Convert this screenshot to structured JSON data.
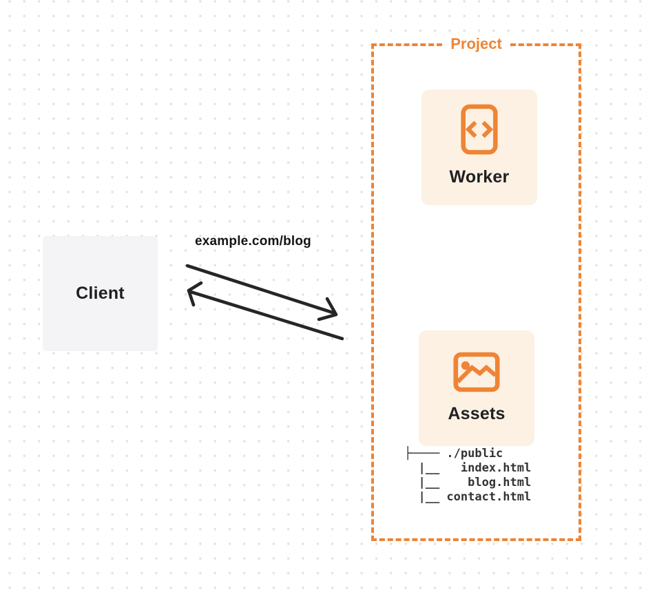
{
  "client": {
    "label": "Client"
  },
  "request": {
    "label": "example.com/blog"
  },
  "project": {
    "label": "Project",
    "worker_card": {
      "label": "Worker",
      "icon": "code-file-icon"
    },
    "assets_card": {
      "label": "Assets",
      "icon": "image-icon"
    },
    "file_tree_lines": [
      "├──── ./public",
      "  |__   index.html",
      "  |__    blog.html",
      "  |__ contact.html"
    ]
  },
  "arrows": {
    "request_direction": "client-to-project",
    "response_direction": "project-to-client"
  },
  "colors": {
    "accent_orange": "#EE8434",
    "card_background": "#FCF1E3",
    "client_background": "#F4F4F6",
    "ink": "#1F1F23",
    "arrow": "#262626",
    "grid_dot": "#E2E2E2"
  }
}
